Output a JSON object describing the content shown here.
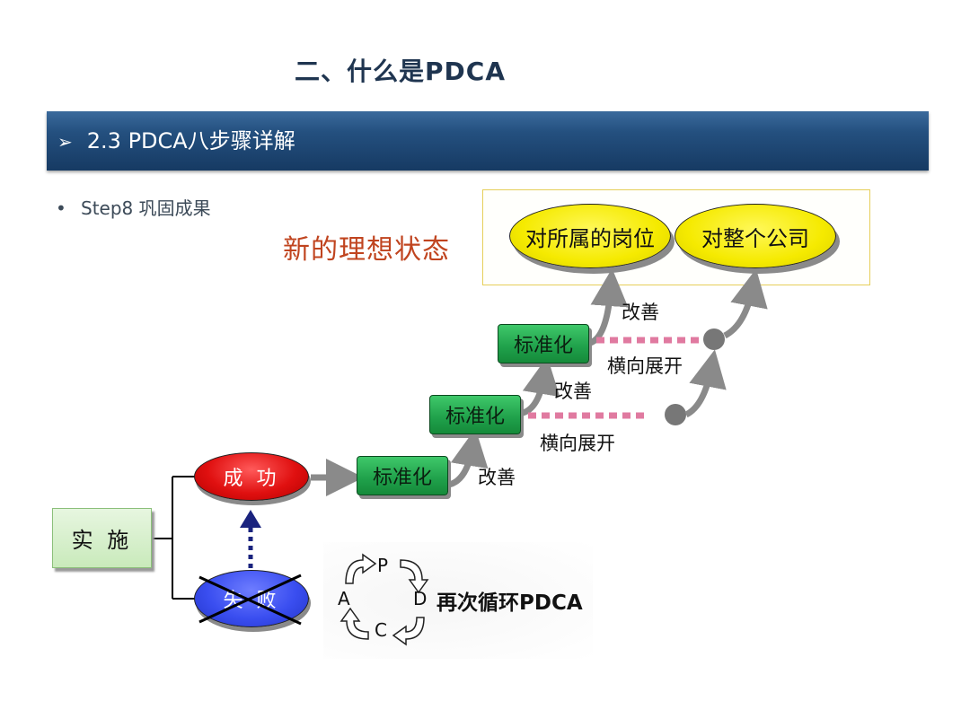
{
  "title": "二、什么是PDCA",
  "banner": {
    "arrow": "➢",
    "text": "2.3 PDCA八步骤详解"
  },
  "bullet": {
    "dot": "•",
    "text": "Step8 巩固成果"
  },
  "ideal": {
    "title": "新的理想状态",
    "left_goal": "对所属的岗位",
    "right_goal": "对整个公司"
  },
  "flow": {
    "implement": "实 施",
    "success": "成 功",
    "fail": "失 败",
    "standardize": "标准化",
    "improve": "改善",
    "expand": "横向展开"
  },
  "pdca": {
    "p": "P",
    "d": "D",
    "c": "C",
    "a": "A",
    "text": "再次循环PDCA"
  },
  "colors": {
    "banner": "#163a63",
    "ideal_title": "#c0441f",
    "standard_box": "#1fa04a",
    "success": "#e01010",
    "fail": "#3a4ef0",
    "goal_ellipse": "#f5ea00",
    "dotted_line": "#e07aa0",
    "arrow_gray": "#8a8a8a",
    "dotted_arrow": "#1a237e"
  }
}
